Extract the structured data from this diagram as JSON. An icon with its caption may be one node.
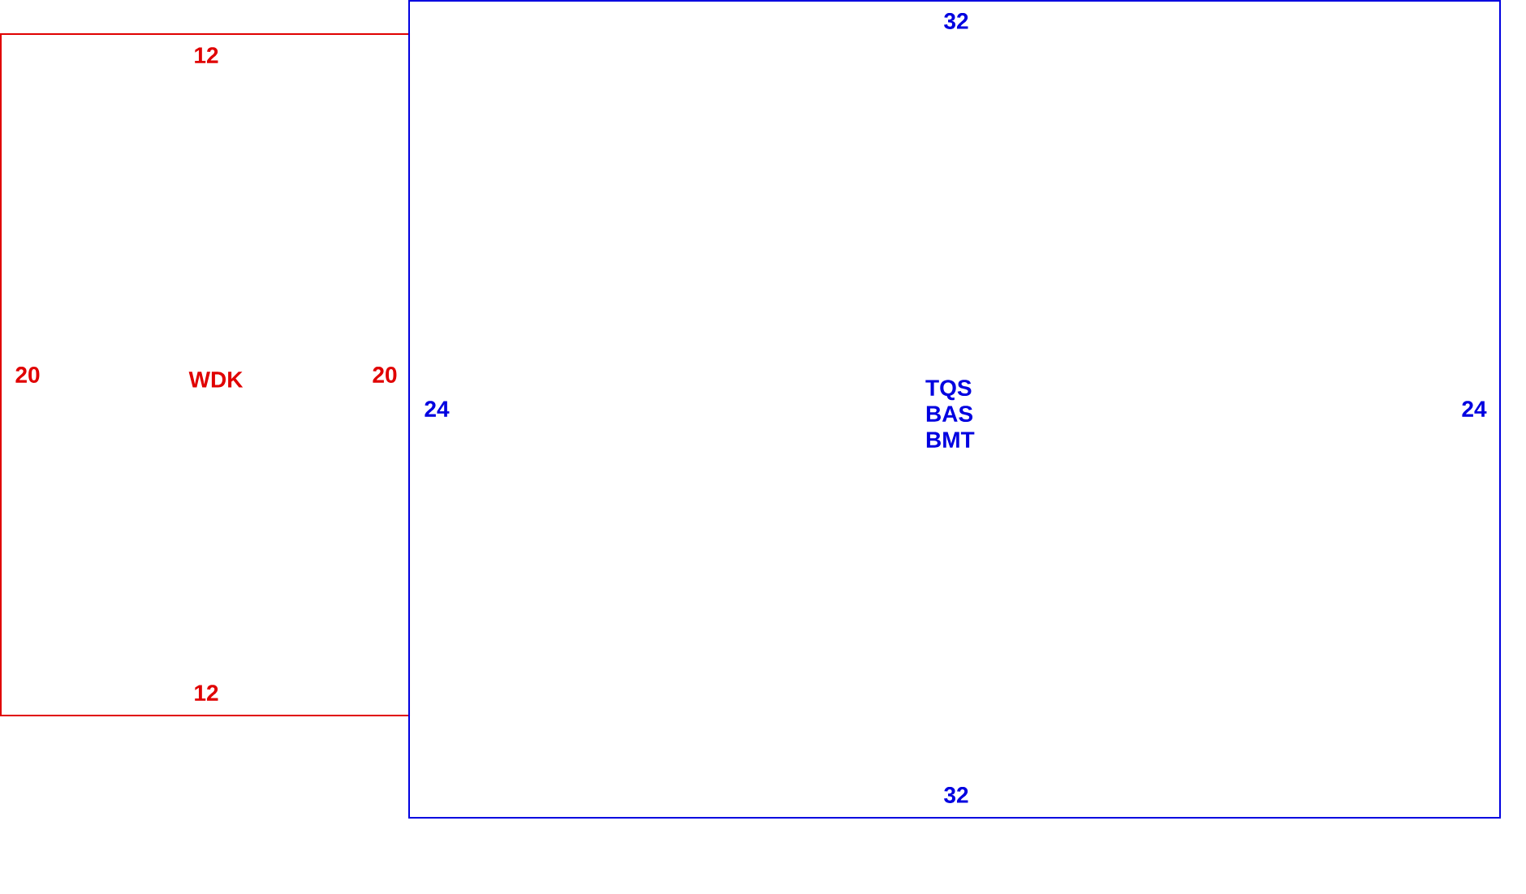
{
  "diagram": {
    "nodes": [
      {
        "text": [
          "12",
          "20",
          "WDK",
          "20",
          "12"
        ]
      },
      {
        "text": [
          "32",
          "24",
          "TQS BAS BMT",
          "24",
          "32"
        ]
      }
    ]
  }
}
